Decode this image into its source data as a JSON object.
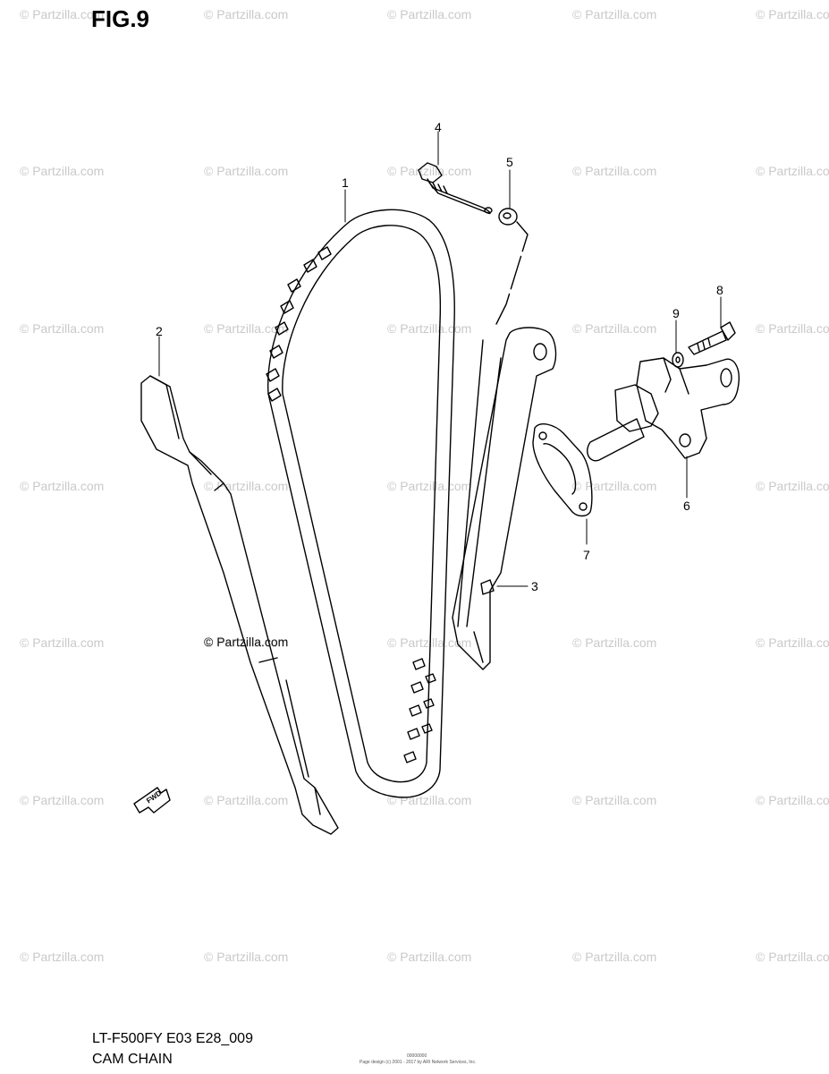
{
  "figure": {
    "title": "FIG.9"
  },
  "watermark": {
    "text": "© Partzilla.com",
    "rows": [
      16,
      191,
      367,
      543,
      718,
      894,
      1069
    ],
    "cols": [
      22,
      228,
      433,
      640,
      845
    ]
  },
  "main_watermark": "© Partzilla.com",
  "callouts": [
    {
      "id": "1",
      "label": "1"
    },
    {
      "id": "2",
      "label": "2"
    },
    {
      "id": "3",
      "label": "3"
    },
    {
      "id": "4",
      "label": "4"
    },
    {
      "id": "5",
      "label": "5"
    },
    {
      "id": "6",
      "label": "6"
    },
    {
      "id": "7",
      "label": "7"
    },
    {
      "id": "8",
      "label": "8"
    },
    {
      "id": "9",
      "label": "9"
    }
  ],
  "direction_arrow": {
    "label": "FWD"
  },
  "footer": {
    "model": "LT-F500FY E03 E28_009",
    "caption": "CAM CHAIN",
    "fine_print_1": "00000000",
    "fine_print_2": "Page design (c) 2001 - 2017 by ARI Network Services, Inc."
  },
  "colors": {
    "line": "#000000",
    "watermark": "#c9c9c9",
    "background": "#ffffff"
  }
}
